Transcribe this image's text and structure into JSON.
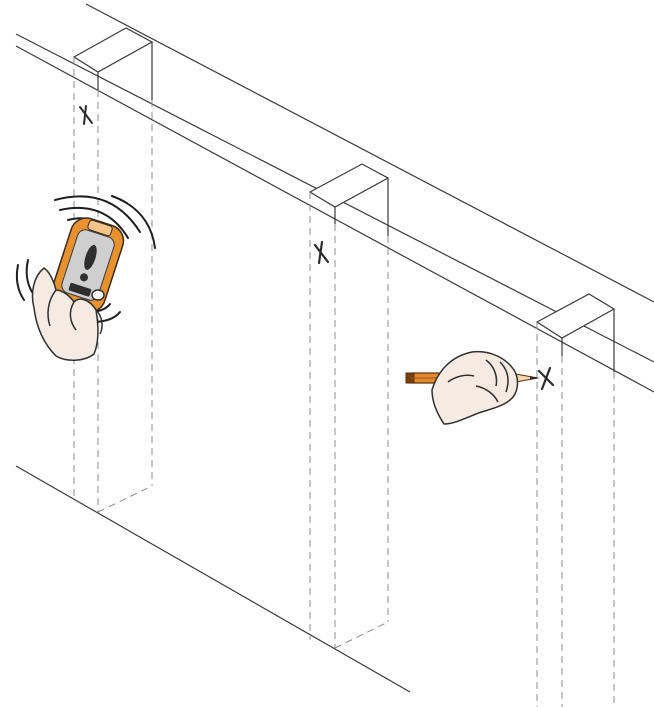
{
  "diagram": {
    "subject": "stud-finder-wall-illustration",
    "stud_marks": [
      {
        "label": "stud-mark-1",
        "glyph": "x"
      },
      {
        "label": "stud-mark-2",
        "glyph": "x"
      },
      {
        "label": "stud-mark-3",
        "glyph": "x"
      }
    ],
    "colors": {
      "line": "#3a3a3a",
      "dashed": "#8c8c8c",
      "device_orange": "#e8912f",
      "device_gray": "#cfcfcf",
      "device_dark": "#2e2e2e",
      "skin": "#f6ebe2",
      "pencil": "#e0892d",
      "pencil_dark": "#7a3f10"
    },
    "icons": [
      "stud-finder-icon",
      "hand-icon",
      "pencil-icon"
    ]
  }
}
